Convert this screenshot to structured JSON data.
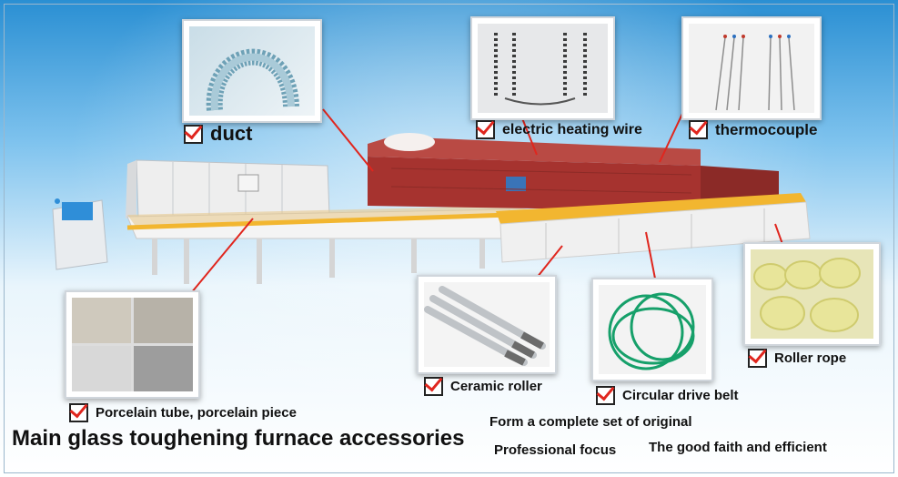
{
  "captions": {
    "duct": "duct",
    "heating_wire": "electric heating wire",
    "thermocouple": "thermocouple",
    "porcelain": "Porcelain tube, porcelain piece",
    "ceramic_roller": "Ceramic roller",
    "drive_belt": "Circular drive belt",
    "roller_rope": "Roller rope"
  },
  "headline": "Main glass toughening furnace accessories",
  "taglines": {
    "line1": "Form a complete set of original",
    "line2": "Professional focus",
    "line3": "The good faith and efficient"
  },
  "colors": {
    "pointer": "#e0261e",
    "furnace": "#a6332f",
    "conveyor": "#f2b630",
    "check_mark": "#e0261e"
  },
  "icons": [
    "check-icon"
  ]
}
